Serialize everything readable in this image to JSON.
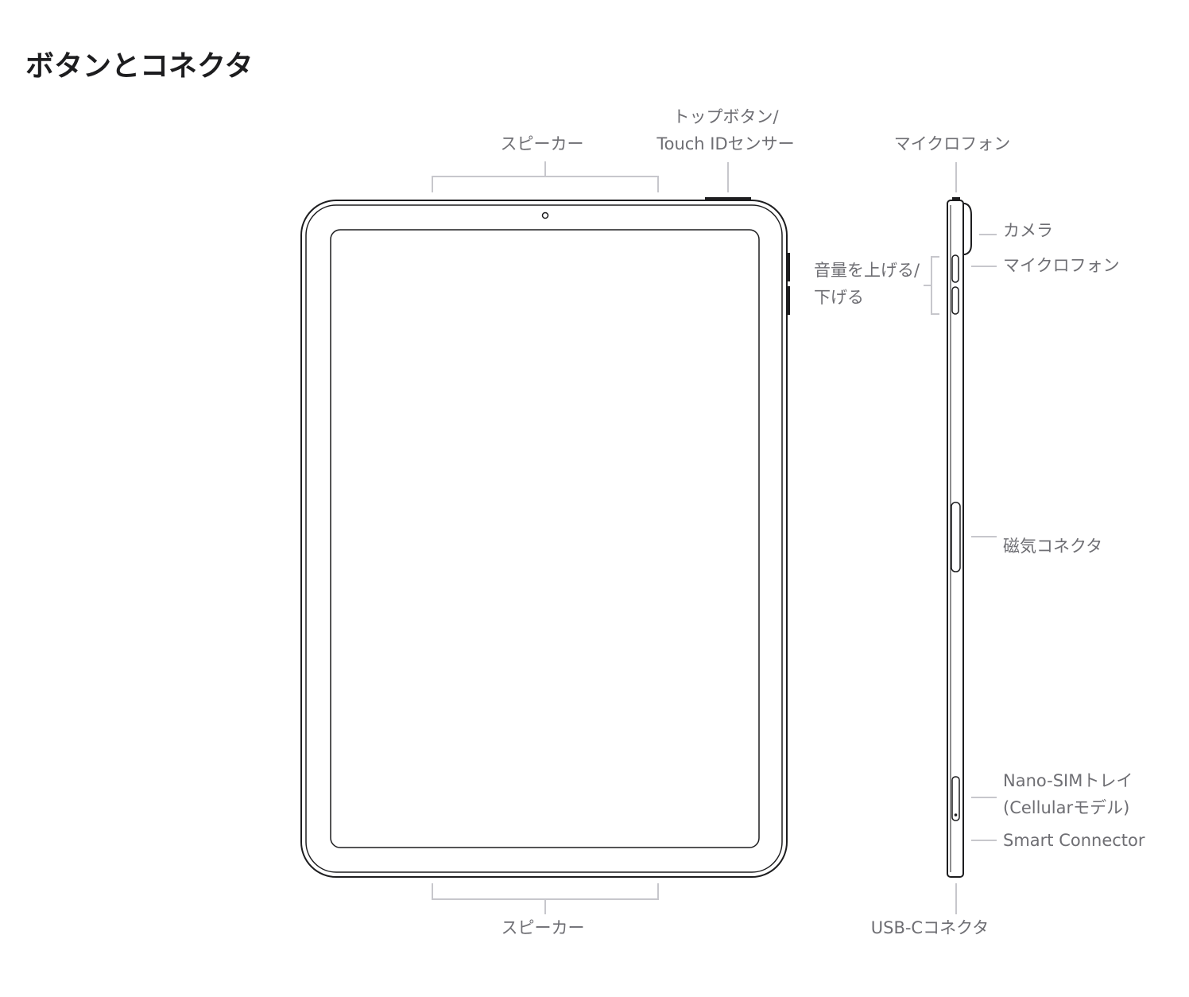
{
  "title": "ボタンとコネクタ",
  "labels": {
    "speaker_top": "スピーカー",
    "top_button_line1": "トップボタン/",
    "top_button_line2": "Touch IDセンサー",
    "microphone_top": "マイクロフォン",
    "camera": "カメラ",
    "microphone_side": "マイクロフォン",
    "volume_line1": "音量を上げる/",
    "volume_line2": "下げる",
    "magnetic_connector": "磁気コネクタ",
    "sim_line1": "Nano-SIMトレイ",
    "sim_line2": "(Cellularモデル)",
    "smart_connector": "Smart Connector",
    "speaker_bottom": "スピーカー",
    "usb_c": "USB-Cコネクタ"
  },
  "colors": {
    "outline": "#1d1d1f",
    "leader": "#c7c7cc",
    "label": "#6e6e73"
  }
}
